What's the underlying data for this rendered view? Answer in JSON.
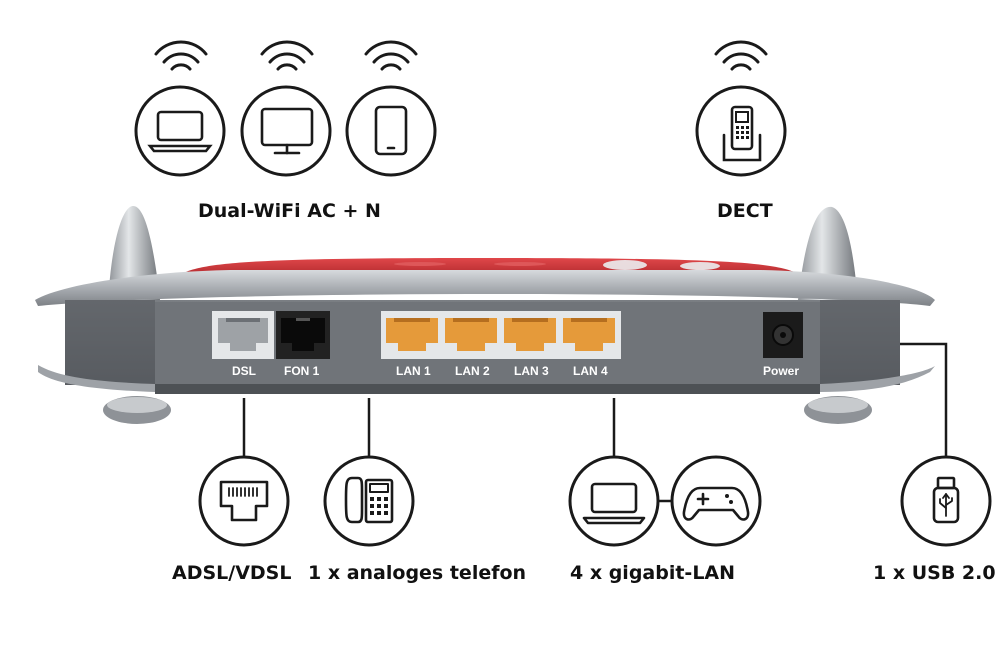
{
  "top_labels": {
    "wifi": "Dual-WiFi AC + N",
    "dect": "DECT"
  },
  "ports": {
    "dsl": "DSL",
    "fon1": "FON 1",
    "lan1": "LAN 1",
    "lan2": "LAN 2",
    "lan3": "LAN 3",
    "lan4": "LAN 4",
    "power": "Power"
  },
  "bottom_labels": {
    "adsl": "ADSL/VDSL",
    "analog": "1 x analoges telefon",
    "lan": "4 x gigabit-LAN",
    "usb": "1 x USB 2.0"
  },
  "colors": {
    "router_body": "#6f7378",
    "router_top": "#a7abb0",
    "router_red": "#c2262a",
    "lan_port": "#e59a3a",
    "dsl_port": "#9ea2a6",
    "fon_port": "#111111",
    "icon_stroke": "#1a1a1a"
  },
  "icons": [
    "laptop-icon",
    "monitor-icon",
    "tablet-icon",
    "dect-phone-icon",
    "rj45-socket-icon",
    "desk-phone-icon",
    "laptop-icon",
    "gamepad-icon",
    "usb-stick-icon",
    "wifi-icon"
  ]
}
